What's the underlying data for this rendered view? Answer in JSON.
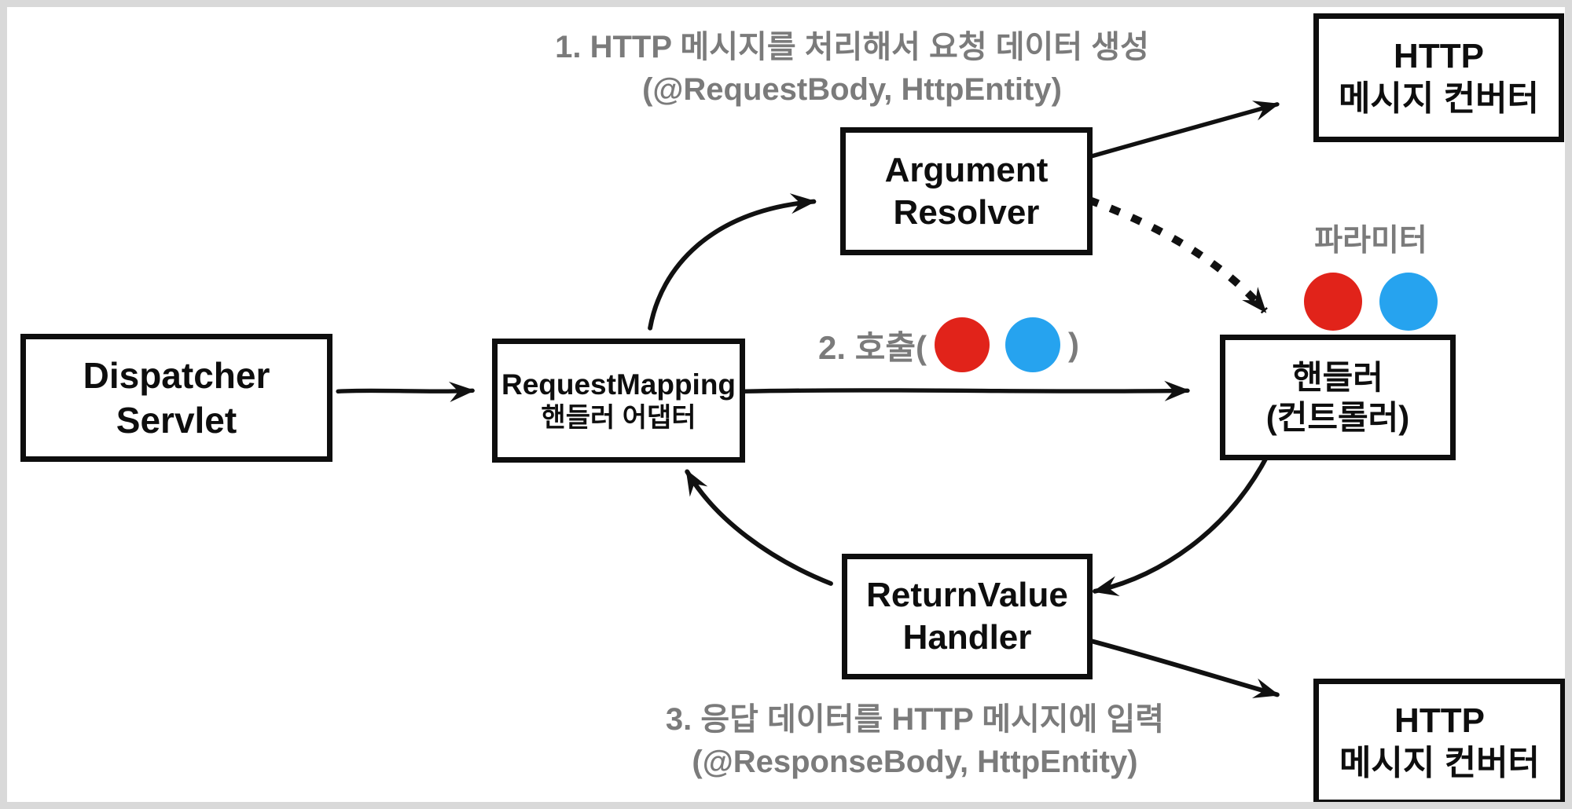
{
  "diagram": {
    "nodes": {
      "dispatcher": {
        "line1": "Dispatcher",
        "line2": "Servlet"
      },
      "adapter": {
        "line1": "RequestMapping",
        "line2": "핸들러 어댑터"
      },
      "argument_resolver": {
        "line1": "Argument",
        "line2": "Resolver"
      },
      "http_converter_top": {
        "line1": "HTTP",
        "line2": "메시지 컨버터"
      },
      "handler": {
        "line1": "핸들러",
        "line2": "(컨트롤러)"
      },
      "return_value_handler": {
        "line1": "ReturnValue",
        "line2": "Handler"
      },
      "http_converter_bottom": {
        "line1": "HTTP",
        "line2": "메시지 컨버터"
      }
    },
    "annotations": {
      "step1_line1": "1. HTTP 메시지를 처리해서 요청 데이터 생성",
      "step1_line2": "(@RequestBody, HttpEntity)",
      "step2_prefix": "2. 호출(",
      "step2_suffix": ")",
      "parameter_label": "파라미터",
      "step3_line1": "3. 응답 데이터를 HTTP 메시지에 입력",
      "step3_line2": "(@ResponseBody, HttpEntity)"
    },
    "colors": {
      "param_red": "#e1231a",
      "param_blue": "#26a3ef",
      "annotation_gray": "#7b7b7b",
      "line_black": "#111111",
      "frame_gray": "#d9d9d9"
    }
  }
}
